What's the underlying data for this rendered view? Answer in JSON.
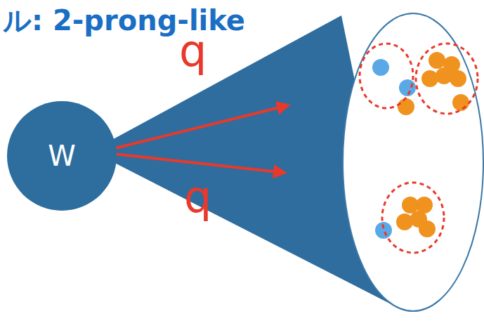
{
  "diagram": {
    "title": "ル: 2-prong-like",
    "nodes": [
      {
        "text": [
          "W"
        ]
      }
    ],
    "labels": [
      "q",
      "q"
    ]
  }
}
